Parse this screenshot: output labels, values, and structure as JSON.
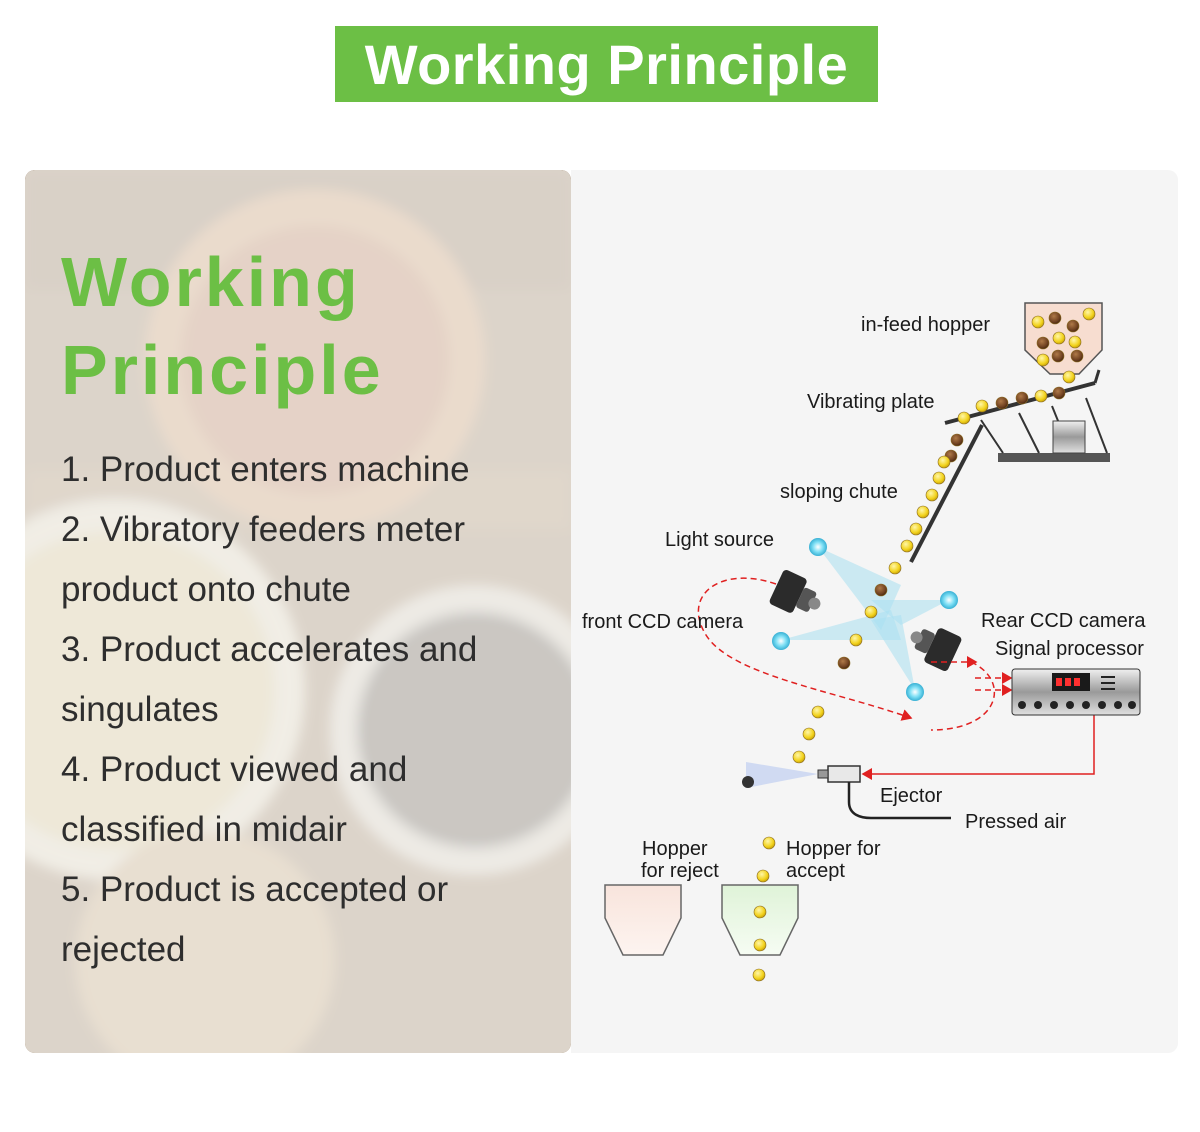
{
  "banner": {
    "title": "Working Principle"
  },
  "left": {
    "title_line1": "Working",
    "title_line2": "Principle",
    "steps": [
      "1. Product enters machine",
      "2. Vibratory feeders meter",
      "product onto chute",
      "3. Product accelerates and",
      "singulates",
      "4. Product viewed and",
      "classified in midair",
      "5. Product is accepted or",
      "rejected"
    ]
  },
  "diagram": {
    "labels": {
      "hopper": "in-feed hopper",
      "vibrating_plate": "Vibrating plate",
      "chute": "sloping chute",
      "light_source": "Light source",
      "front_camera": "front CCD camera",
      "rear_camera": "Rear CCD camera",
      "signal_processor": "Signal processor",
      "ejector": "Ejector",
      "pressed_air": "Pressed air",
      "reject_line1": "Hopper",
      "reject_line2": "for reject",
      "accept_line1": "Hopper for",
      "accept_line2": "accept"
    },
    "colors": {
      "accent": "#6cbf45",
      "good_product": "#f2d21b",
      "bad_product": "#7a4a24",
      "signal_line": "#e02020",
      "light_beam": "#5ec8e6"
    },
    "icons": [
      "hopper-icon",
      "vibrator-icon",
      "camera-icon",
      "light-source-icon",
      "signal-processor-icon",
      "ejector-icon",
      "bin-icon"
    ]
  }
}
